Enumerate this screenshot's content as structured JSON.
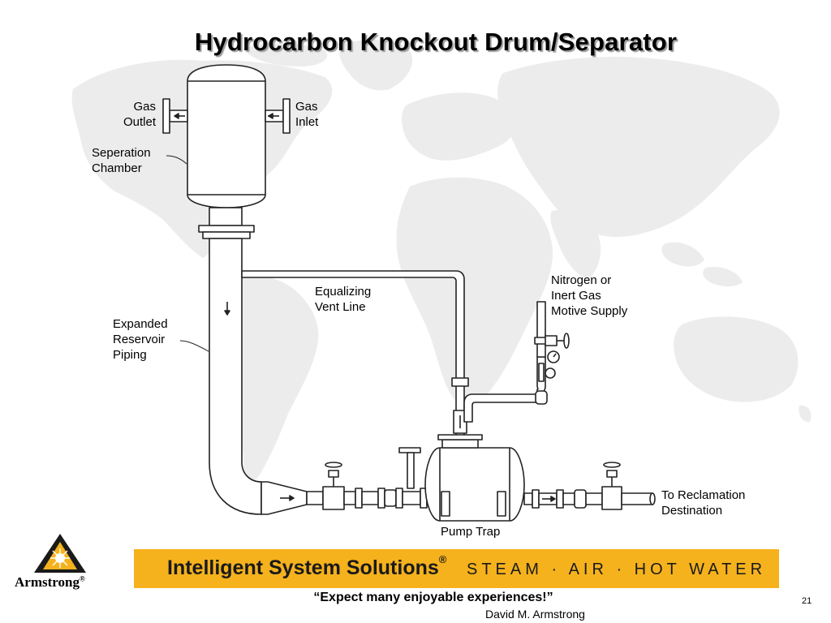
{
  "title": "Hydrocarbon Knockout Drum/Separator",
  "labels": {
    "gas_outlet": [
      "Gas",
      "Outlet"
    ],
    "gas_inlet": [
      "Gas",
      "Inlet"
    ],
    "separation_chamber": [
      "Seperation",
      "Chamber"
    ],
    "equalizing_vent_line": [
      "Equalizing",
      "Vent Line"
    ],
    "nitrogen_supply": [
      "Nitrogen or",
      "Inert Gas",
      "Motive Supply"
    ],
    "expanded_reservoir_piping": [
      "Expanded",
      "Reservoir",
      "Piping"
    ],
    "pump_trap": "Pump Trap",
    "reclamation": [
      "To Reclamation",
      "Destination"
    ]
  },
  "banner": {
    "title": "Intelligent System Solutions",
    "registered": "®",
    "tagline": "STEAM · AIR · HOT WATER"
  },
  "footer": {
    "quote": "“Expect many enjoyable experiences!”",
    "author": "David M. Armstrong",
    "page_number": "21"
  },
  "logo": {
    "text": "Armstrong",
    "registered": "®"
  },
  "colors": {
    "banner": "#f5b21d",
    "world_map": "#ececec",
    "line": "#222222"
  }
}
